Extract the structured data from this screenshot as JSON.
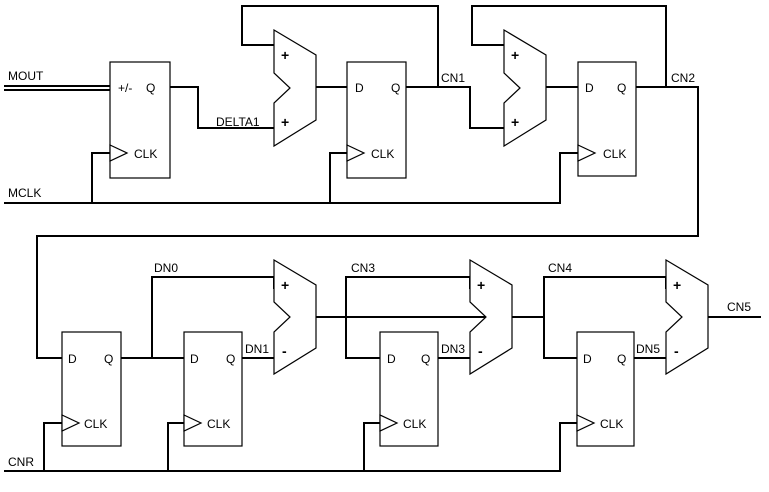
{
  "signals": {
    "mout": "MOUT",
    "mclk": "MCLK",
    "delta1": "DELTA1",
    "cn1": "CN1",
    "cn2": "CN2",
    "cn3": "CN3",
    "cn4": "CN4",
    "cn5": "CN5",
    "cnr": "CNR",
    "dn0": "DN0",
    "dn1": "DN1",
    "dn3": "DN3",
    "dn5": "DN5"
  },
  "pins": {
    "updown": "+/-",
    "d": "D",
    "q": "Q",
    "clk": "CLK"
  },
  "signs": {
    "plus": "+",
    "minus": "-"
  }
}
